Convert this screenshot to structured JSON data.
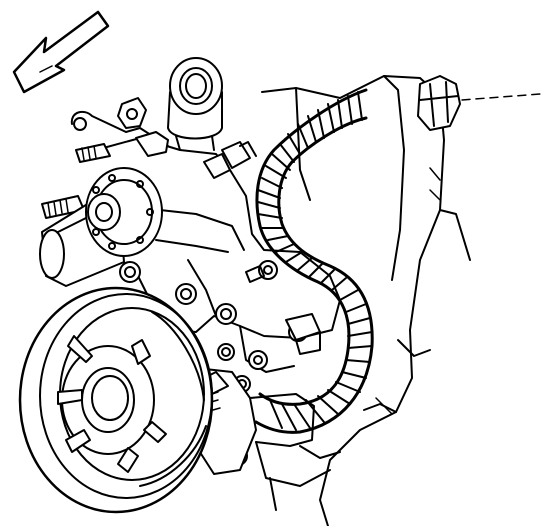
{
  "diagram": {
    "kind": "engine-front-line-drawing",
    "style": "black-line-art-on-white",
    "colors": {
      "ink": "#000000",
      "paper": "#ffffff"
    },
    "components": [
      "front-direction-arrow",
      "water-pump-pulley",
      "crankshaft-balancer",
      "wiring-harness",
      "block-bolt",
      "thermostat-housing-neck",
      "heater-hose-fitting",
      "pump-housing-bolts",
      "timing-cover"
    ]
  }
}
